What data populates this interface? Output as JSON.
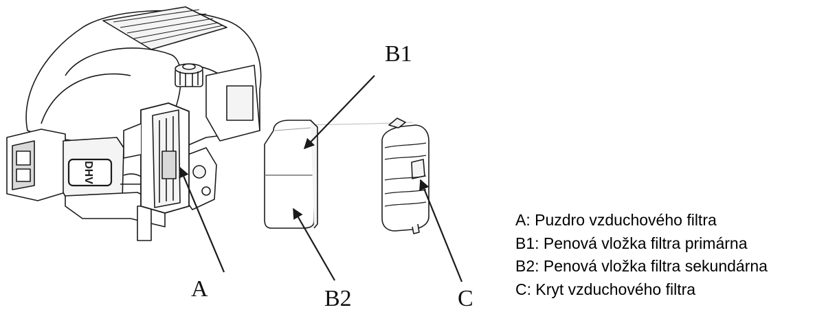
{
  "callouts": {
    "a": "A",
    "b1": "B1",
    "b2": "B2",
    "c": "C"
  },
  "legend": [
    "A: Puzdro vzduchového filtra",
    "B1: Penová vložka filtra primárna",
    "B2: Penová vložka filtra sekundárna",
    "C: Kryt vzduchového filtra"
  ],
  "engine_badge": "DHV",
  "colors": {
    "line": "#1a1a1a",
    "shade": "#d9d9d9",
    "light": "#f4f4f4",
    "background": "#ffffff"
  }
}
